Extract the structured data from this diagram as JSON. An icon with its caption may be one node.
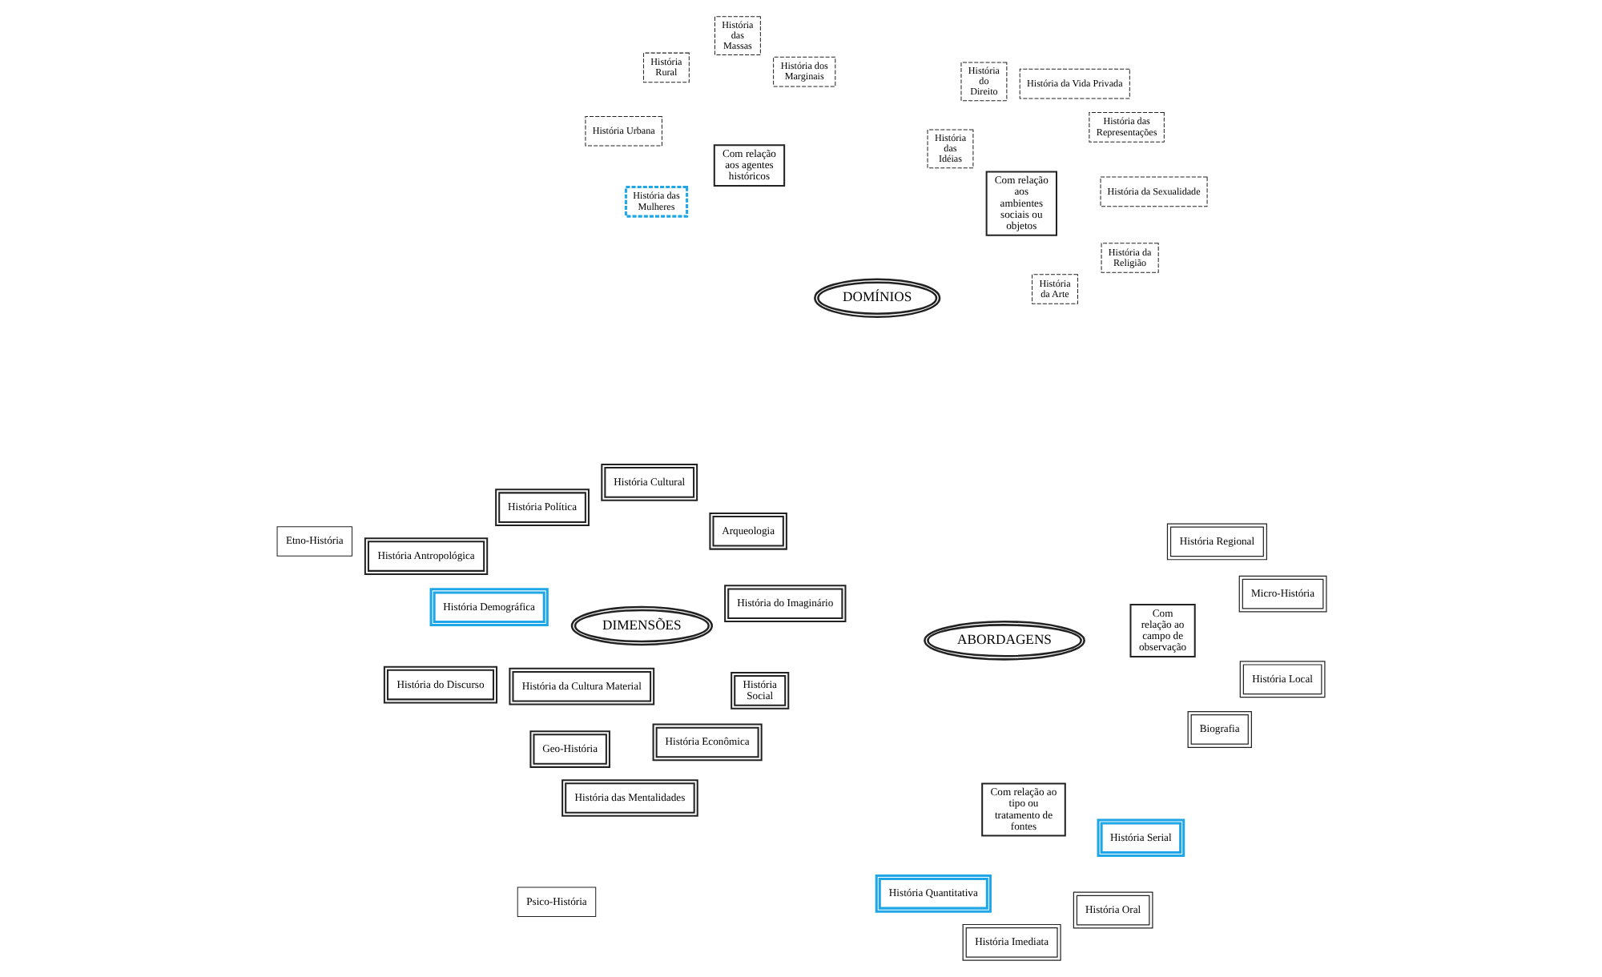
{
  "diagram": {
    "nodes": [
      {
        "text": [
          "História do Discurso"
        ]
      },
      {
        "text": [
          "História Oral"
        ]
      },
      {
        "text": [
          "História Imediata"
        ]
      },
      {
        "text": [
          "Arqueologia"
        ]
      },
      {
        "text": [
          "História Serial"
        ]
      },
      {
        "text": [
          "História da Cultura Material"
        ]
      },
      {
        "text": [
          "História Quantitativa"
        ]
      },
      {
        "text": [
          "Com relação ao tipo ou tratamento de fontes"
        ]
      },
      {
        "text": [
          "Geo-História"
        ]
      },
      {
        "text": [
          "História Social"
        ]
      },
      {
        "text": [
          "História Local"
        ]
      },
      {
        "text": [
          "História Demográfica"
        ]
      },
      {
        "text": [
          "História Regional"
        ]
      },
      {
        "text": [
          "Com relação ao campo de observação"
        ]
      },
      {
        "text": [
          "ABORDAGENS"
        ]
      },
      {
        "text": [
          "História Econômica"
        ]
      },
      {
        "text": [
          "Micro-História"
        ]
      },
      {
        "text": [
          "História Política"
        ]
      },
      {
        "text": [
          "DIMENSÕES"
        ]
      },
      {
        "text": [
          "História Cultural"
        ]
      },
      {
        "text": [
          "DOMÍNIOS"
        ]
      },
      {
        "text": [
          "Biografia"
        ]
      },
      {
        "text": [
          "História da Sexualidade"
        ]
      },
      {
        "text": [
          "Com relação aos ambientes sociais ou objetos"
        ]
      },
      {
        "text": [
          "Com relação aos agentes históricos"
        ]
      },
      {
        "text": [
          "História das Mulheres"
        ]
      },
      {
        "text": [
          "História Antropológica"
        ]
      },
      {
        "text": [
          "Etno-História"
        ]
      },
      {
        "text": [
          "História da Arte"
        ]
      },
      {
        "text": [
          "História dos Marginais"
        ]
      },
      {
        "text": [
          "História das Mentalidades"
        ]
      },
      {
        "text": [
          "Psico-História"
        ]
      },
      {
        "text": [
          "História das Idéias"
        ]
      },
      {
        "text": [
          "História Rural"
        ]
      },
      {
        "text": [
          "História da Religião"
        ]
      },
      {
        "text": [
          "História do Imaginário"
        ]
      },
      {
        "text": [
          "História das Massas"
        ]
      },
      {
        "text": [
          "História das Representações"
        ]
      },
      {
        "text": [
          "História do Direito"
        ]
      },
      {
        "text": [
          "História Urbana"
        ]
      },
      {
        "text": [
          "História da Vida Privada"
        ]
      }
    ]
  }
}
